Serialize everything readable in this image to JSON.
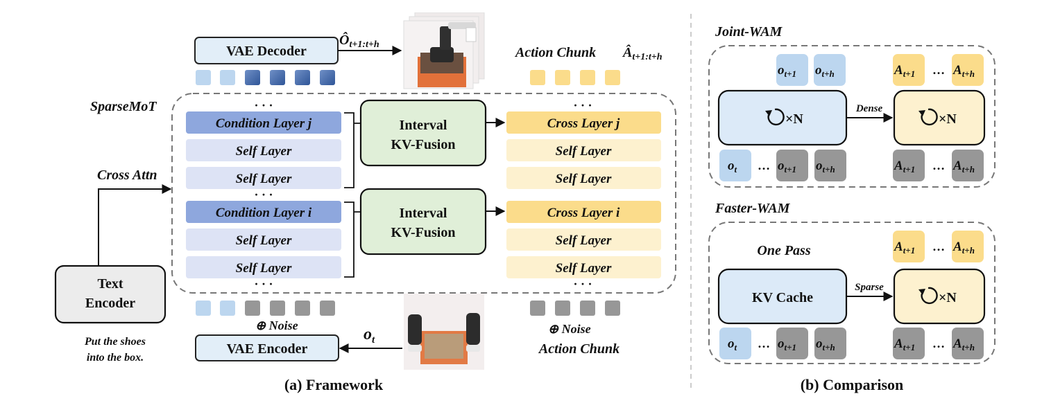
{
  "framework": {
    "caption": "(a) Framework",
    "vae_decoder": "VAE Decoder",
    "vae_encoder": "VAE Encoder",
    "text_encoder": [
      "Text",
      "Encoder"
    ],
    "instruction": [
      "Put the shoes",
      "into the box."
    ],
    "cross_attn": "Cross Attn",
    "sparsemot": "SparseMoT",
    "o_hat": "Ô",
    "o_hat_sub": "t+1:t+h",
    "o_t": "o",
    "o_t_sub": "t",
    "action_chunk_top": "Action Chunk",
    "a_hat": "Â",
    "a_hat_sub": "t+1:t+h",
    "action_chunk_bottom": "Action Chunk",
    "noise": "⊕ Noise",
    "ellipsis": "· · ·",
    "condition_layer_j": "Condition Layer j",
    "condition_layer_i": "Condition Layer i",
    "self_layer": "Self Layer",
    "cross_layer_j": "Cross Layer j",
    "cross_layer_i": "Cross Layer i",
    "fusion": [
      "Interval",
      "KV-Fusion"
    ]
  },
  "comparison": {
    "caption": "(b) Comparison",
    "joint_title": "Joint-WAM",
    "faster_title": "Faster-WAM",
    "dense": "Dense",
    "sparse": "Sparse",
    "one_pass": "One Pass",
    "kv_cache": "KV Cache",
    "times_n": "×N",
    "dots": "…",
    "o_sym": "o",
    "a_sym": "A",
    "sub_t": "t",
    "sub_t1": "t+1",
    "sub_th": "t+h"
  },
  "colors": {
    "light_blue": "#bcd6ef",
    "dark_blue": "#4a6fb0",
    "condition_blue": "#8ea7dd",
    "self_lavender": "#dde3f5",
    "yellow": "#fbdc8b",
    "light_yellow": "#fdf1cf",
    "green": "#e0efd8",
    "gray": "#979797",
    "text_box": "#ececec",
    "vae_box": "#e2eef8",
    "wam_blue": "#dceaf8",
    "wam_yellow": "#fdf1cf"
  }
}
